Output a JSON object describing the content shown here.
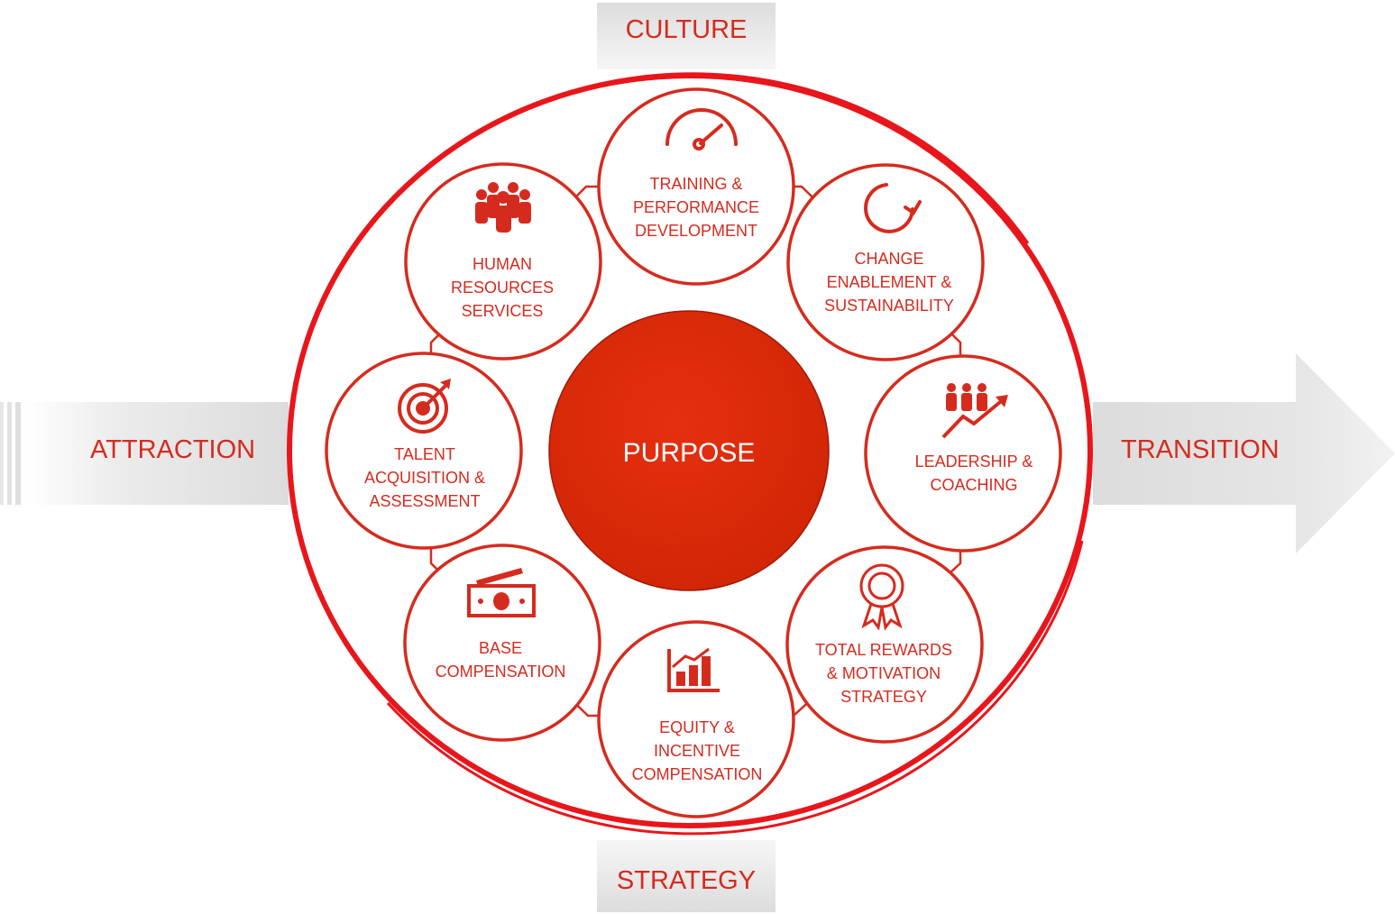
{
  "top_bar": {
    "label": "CULTURE"
  },
  "bottom_bar": {
    "label": "STRATEGY"
  },
  "left_arrow": {
    "label": "ATTRACTION"
  },
  "right_arrow": {
    "label": "TRANSITION"
  },
  "center": {
    "label": "PURPOSE"
  },
  "nodes": [
    {
      "icon": "gauge-icon",
      "lines": [
        "TRAINING &",
        "PERFORMANCE",
        "DEVELOPMENT"
      ]
    },
    {
      "icon": "refresh-arrow-icon",
      "lines": [
        "CHANGE",
        "ENABLEMENT &",
        "SUSTAINABILITY"
      ]
    },
    {
      "icon": "team-growth-chart-icon",
      "lines": [
        "LEADERSHIP &",
        "COACHING"
      ]
    },
    {
      "icon": "award-ribbon-icon",
      "lines": [
        "TOTAL REWARDS",
        "& MOTIVATION",
        "STRATEGY"
      ]
    },
    {
      "icon": "bar-chart-growth-icon",
      "lines": [
        "EQUITY &",
        "INCENTIVE",
        "COMPENSATION"
      ]
    },
    {
      "icon": "cash-bills-icon",
      "lines": [
        "BASE",
        "COMPENSATION"
      ]
    },
    {
      "icon": "target-icon",
      "lines": [
        "TALENT",
        "ACQUISITION &",
        "ASSESSMENT"
      ]
    },
    {
      "icon": "people-group-icon",
      "lines": [
        "HUMAN",
        "RESOURCES",
        "SERVICES"
      ]
    }
  ],
  "colors": {
    "accent": "#d52b1e",
    "purpose_fill": "#dd2a0a",
    "arrow_gray": "#d4d4d4"
  }
}
